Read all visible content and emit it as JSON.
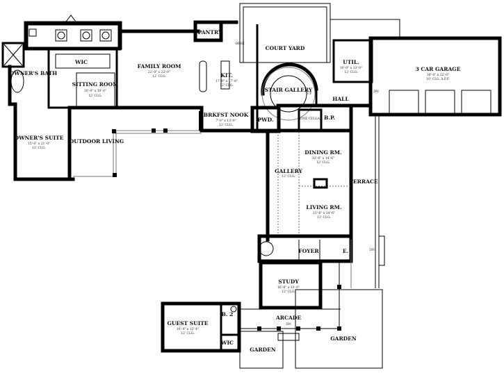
{
  "plan": {
    "rooms": {
      "owners_bath": {
        "name": "OWNER'S BATH"
      },
      "wic_owner": {
        "name": "WIC"
      },
      "sitting_room": {
        "name": "SITTING ROOM",
        "dims": "10'-0\" x 10'-0\"",
        "ceiling": "12' CLG."
      },
      "family_room": {
        "name": "FAMILY ROOM",
        "dims": "22'-0\" x 22'-0\"",
        "ceiling": "12' CLG."
      },
      "pantry": {
        "name": "PANTRY"
      },
      "desk": {
        "name": "DESK"
      },
      "kitchen": {
        "name": "KIT.",
        "dims": "17'-0\" x 17'-8\"",
        "ceiling": "12' CLG."
      },
      "brkfst_nook": {
        "name": "BRKFST NOOK",
        "dims": "7'-0\" x 13'-0\"",
        "ceiling": "12' CLG."
      },
      "owners_suite": {
        "name": "OWNER'S SUITE",
        "dims": "15'-0\" x 21'-0\"",
        "ceiling": "12' CLG."
      },
      "outdoor_living": {
        "name": "OUTDOOR LIVING"
      },
      "court_yard": {
        "name": "COURT YARD"
      },
      "stair_gallery": {
        "name": "STAIR GALLERY",
        "up": "UP"
      },
      "util": {
        "name": "UTIL.",
        "dims": "10'-0\" x 13'-0\"",
        "ceiling": "12' CLG."
      },
      "garage": {
        "name": "3 CAR GARAGE",
        "dims": "38'-0\" x 22'-0\"",
        "ceiling": "10' CLG. A.F.F.",
        "dn": "DN"
      },
      "hall": {
        "name": "HALL"
      },
      "pwd": {
        "name": "PWD."
      },
      "wine_cellar": {
        "name": "WINE CELLAR"
      },
      "bp": {
        "name": "B.P."
      },
      "dining": {
        "name": "DINING RM.",
        "dims": "13'-8\" x 14'-6\"",
        "ceiling": "12' CLG."
      },
      "gallery": {
        "name": "GALLERY",
        "ceiling": "12' CLG."
      },
      "terrace": {
        "name": "TERRACE",
        "dn": "DN"
      },
      "living": {
        "name": "LIVING RM.",
        "dims": "13'-8\" x 14'-6\"",
        "ceiling": "12' CLG."
      },
      "foyer": {
        "name": "FOYER"
      },
      "entry": {
        "name": "E."
      },
      "study": {
        "name": "STUDY",
        "dims": "16'-8\" x 13'-0\"",
        "ceiling": "12' CLG."
      },
      "arcade": {
        "name": "ARCADE",
        "dn": "DN"
      },
      "guest_suite": {
        "name": "GUEST SUITE",
        "dims": "16'-4\" x 13'-4\"",
        "ceiling": "12' CLG."
      },
      "bath2": {
        "name": "B. 2"
      },
      "wic_guest": {
        "name": "WIC"
      },
      "garden_left": {
        "name": "GARDEN"
      },
      "garden_right": {
        "name": "GARDEN"
      }
    }
  }
}
